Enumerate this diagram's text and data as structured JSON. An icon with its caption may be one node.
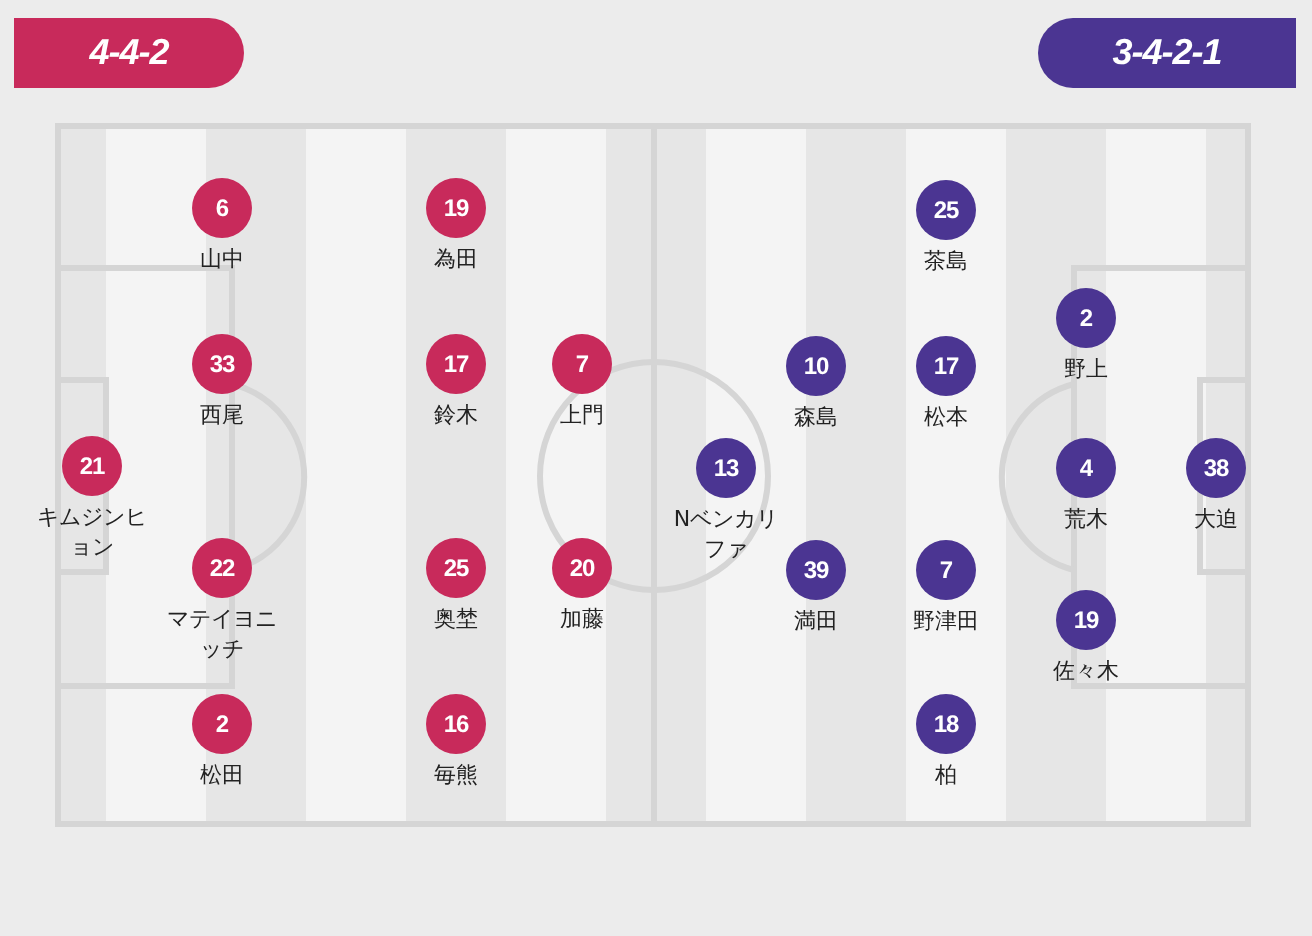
{
  "diagram": {
    "nodes": [
      {
        "text": [
          "4-4-2"
        ]
      },
      {
        "text": [
          "3-4-2-1"
        ]
      },
      {
        "text": [
          "6",
          "山中"
        ]
      },
      {
        "text": [
          "19",
          "為田"
        ]
      },
      {
        "text": [
          "33",
          "西尾"
        ]
      },
      {
        "text": [
          "17",
          "鈴木"
        ]
      },
      {
        "text": [
          "7",
          "上門"
        ]
      },
      {
        "text": [
          "21",
          "キムジンヒョン"
        ]
      },
      {
        "text": [
          "22",
          "マテイヨニッチ"
        ]
      },
      {
        "text": [
          "25",
          "奥埜"
        ]
      },
      {
        "text": [
          "20",
          "加藤"
        ]
      },
      {
        "text": [
          "2",
          "松田"
        ]
      },
      {
        "text": [
          "16",
          "毎熊"
        ]
      },
      {
        "text": [
          "25",
          "茶島"
        ]
      },
      {
        "text": [
          "2",
          "野上"
        ]
      },
      {
        "text": [
          "10",
          "森島"
        ]
      },
      {
        "text": [
          "17",
          "松本"
        ]
      },
      {
        "text": [
          "13",
          "Nベンカリファ"
        ]
      },
      {
        "text": [
          "4",
          "荒木"
        ]
      },
      {
        "text": [
          "38",
          "大迫"
        ]
      },
      {
        "text": [
          "39",
          "満田"
        ]
      },
      {
        "text": [
          "7",
          "野津田"
        ]
      },
      {
        "text": [
          "19",
          "佐々木"
        ]
      },
      {
        "text": [
          "18",
          "柏"
        ]
      }
    ]
  }
}
